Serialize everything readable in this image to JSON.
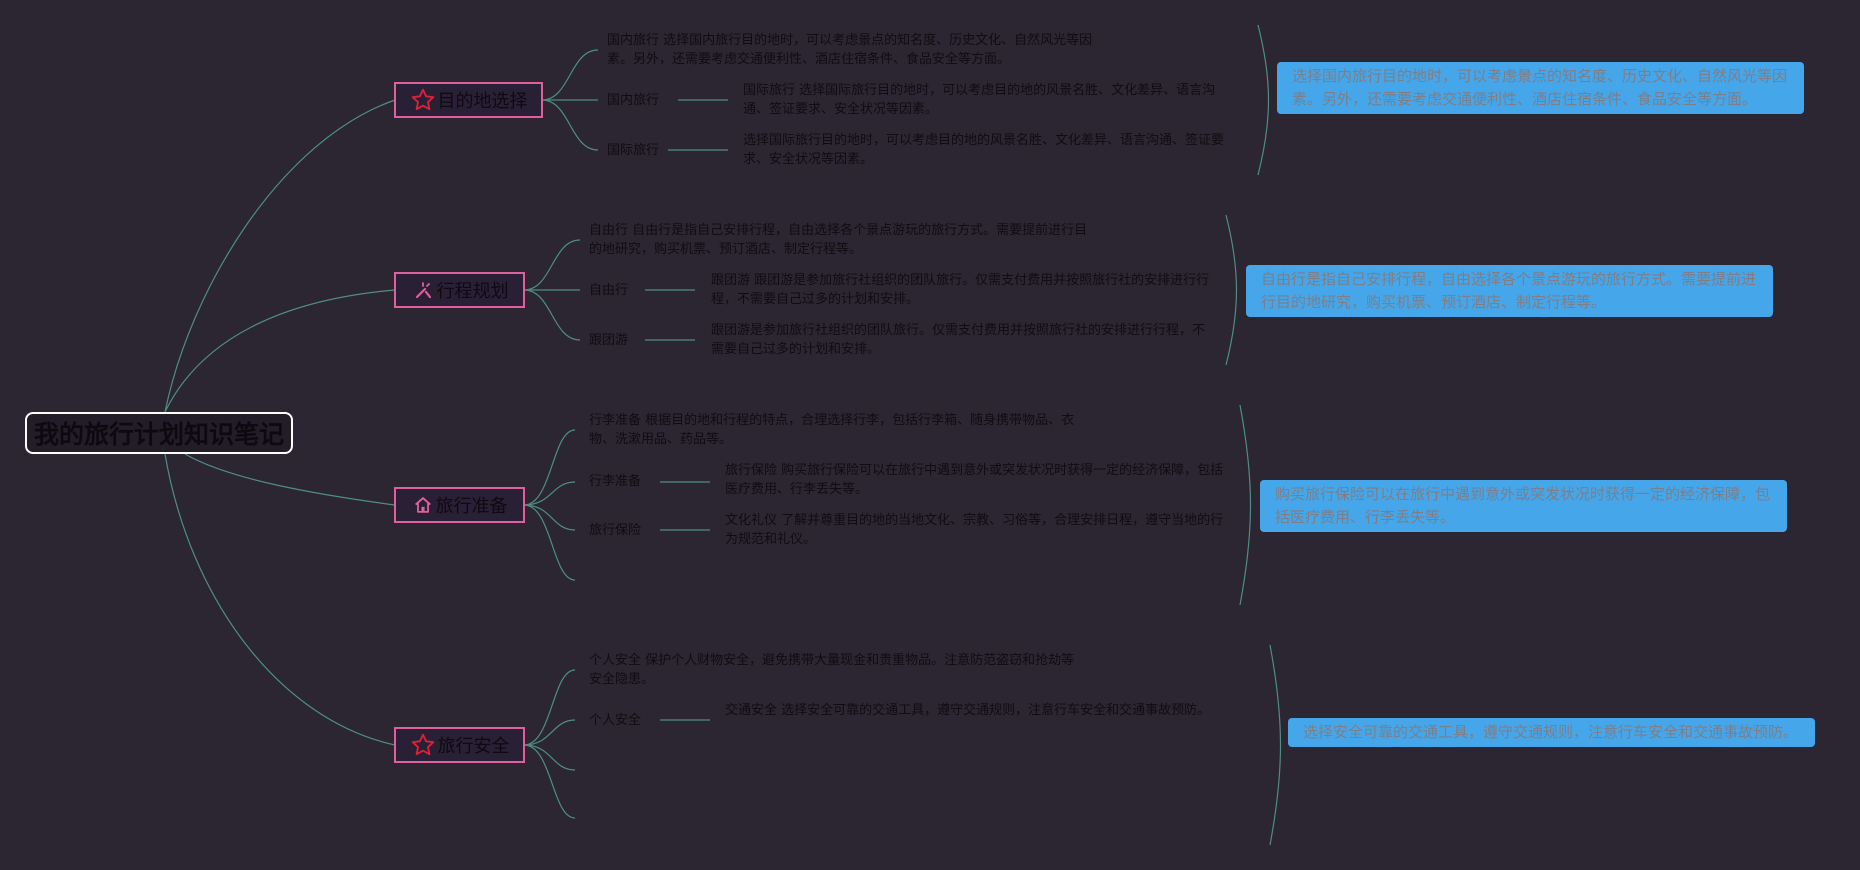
{
  "root": {
    "title": "我的旅行计划知识笔记"
  },
  "colors": {
    "background": "#2b2631",
    "line": "#4f8d86",
    "branch_border": "#e0609c",
    "note_bg": "#45a7ea",
    "icon_red": "#e02036"
  },
  "branches": [
    {
      "label": "目的地选择",
      "icon": "star-icon",
      "lead": "国内旅行 选择国内旅行目的地时，可以考虑景点的知名度、历史文化、自然风光等因素。另外，还需要考虑交通便利性、酒店住宿条件、食品安全等方面。",
      "items": [
        {
          "label": "国内旅行",
          "text": "国际旅行 选择国际旅行目的地时，可以考虑目的地的风景名胜、文化差异、语言沟通、签证要求、安全状况等因素。"
        },
        {
          "label": "国际旅行",
          "text": "选择国际旅行目的地时，可以考虑目的地的风景名胜、文化差异、语言沟通、签证要求、安全状况等因素。"
        }
      ],
      "note": "选择国内旅行目的地时，可以考虑景点的知名度、历史文化、自然风光等因素。另外，还需要考虑交通便利性、酒店住宿条件、食品安全等方面。"
    },
    {
      "label": "行程规划",
      "icon": "magic-wand-icon",
      "lead": "自由行 自由行是指自己安排行程，自由选择各个景点游玩的旅行方式。需要提前进行目的地研究，购买机票、预订酒店、制定行程等。",
      "items": [
        {
          "label": "自由行",
          "text": "跟团游 跟团游是参加旅行社组织的团队旅行。仅需支付费用并按照旅行社的安排进行行程，不需要自己过多的计划和安排。"
        },
        {
          "label": "跟团游",
          "text": "跟团游是参加旅行社组织的团队旅行。仅需支付费用并按照旅行社的安排进行行程，不需要自己过多的计划和安排。"
        }
      ],
      "note": "自由行是指自己安排行程，自由选择各个景点游玩的旅行方式。需要提前进行目的地研究，购买机票、预订酒店、制定行程等。"
    },
    {
      "label": "旅行准备",
      "icon": "home-icon",
      "lead": "行李准备 根据目的地和行程的特点，合理选择行李，包括行李箱、随身携带物品、衣物、洗漱用品、药品等。",
      "items": [
        {
          "label": "行李准备",
          "text": "旅行保险 购买旅行保险可以在旅行中遇到意外或突发状况时获得一定的经济保障，包括医疗费用、行李丢失等。"
        },
        {
          "label": "旅行保险",
          "text": "文化礼仪 了解并尊重目的地的当地文化、宗教、习俗等，合理安排日程，遵守当地的行为规范和礼仪。"
        }
      ],
      "note": "购买旅行保险可以在旅行中遇到意外或突发状况时获得一定的经济保障，包括医疗费用、行李丢失等。"
    },
    {
      "label": "旅行安全",
      "icon": "star-icon",
      "lead": "个人安全 保护个人财物安全，避免携带大量现金和贵重物品。注意防范盗窃和抢劫等安全隐患。",
      "items": [
        {
          "label": "个人安全",
          "text": "交通安全 选择安全可靠的交通工具，遵守交通规则，注意行车安全和交通事故预防。"
        }
      ],
      "note": "选择安全可靠的交通工具，遵守交通规则，注意行车安全和交通事故预防。"
    }
  ]
}
